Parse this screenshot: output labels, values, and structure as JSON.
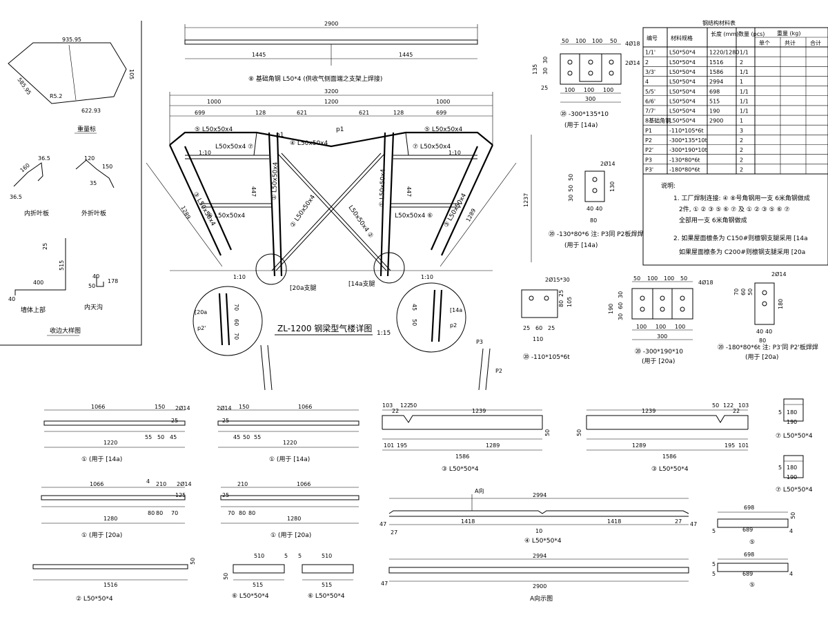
{
  "top_beam": {
    "total": "2900",
    "left": "1445",
    "right": "1445",
    "caption": "⑧ 基础角钢  L50*4 (供收气侧面端之支架上焊接)"
  },
  "main": {
    "overall": "3200",
    "seg_left": "1000",
    "seg_mid": "1200",
    "seg_right": "1000",
    "sub_699a": "699",
    "sub_128a": "128",
    "sub_621a": "621",
    "sub_621b": "621",
    "sub_128b": "128",
    "sub_699b": "699",
    "height": "1237",
    "diag_left": "1289",
    "diag_right": "1289",
    "slope_l": "1:10",
    "slope_r": "1:10",
    "slope_bl": "1:10",
    "slope_br": "1:10",
    "h447a": "447",
    "h447b": "447",
    "m5": "⑤ L50x50x4",
    "m7": "L50x50x4 ⑦",
    "m4": "④ L50x50x4",
    "m5r": "⑤ L50x50x4",
    "m7r": "⑦ L50x50x4",
    "m3": "③ L50x50x4",
    "m6": "⑥ L50x50x4",
    "m1": "① L50x50x4",
    "m2": "② L50x50x4",
    "m1r": "① L50x50x4",
    "m2r": "L50x50x4 ②",
    "m3r": "③ L50x50x4",
    "m6r": "L50x50x4 ⑥",
    "p1a": "p1",
    "p1b": "p1",
    "base_l": "[20a支腿",
    "base_r": "[14a支腿",
    "title": "ZL-1200 钢梁型气楼详图",
    "scale": "1:15"
  },
  "details": {
    "d20a": "[20a",
    "p2p": "p2'",
    "d14a": "[14a",
    "p2": "p2",
    "p3": "P3",
    "p2b": "P2",
    "v70a": "70",
    "v60a": "60",
    "v70b": "70",
    "v45": "45",
    "v50": "50"
  },
  "left_panel": {
    "top_dims": [
      "935.95",
      "585.95",
      "105",
      "622.93",
      "R5.2"
    ],
    "top_caption": "重量标",
    "inner": "内折叶板",
    "outer": "外折叶板",
    "inner_dims": [
      "160",
      "36.5",
      "36.5"
    ],
    "outer_dims": [
      "120",
      "150",
      "35"
    ],
    "wall": "墙体上部",
    "inner_gutter": "内天沟",
    "wall_dims": [
      "25",
      "515",
      "400",
      "40"
    ],
    "gutter_dims": [
      "40",
      "178",
      "50"
    ],
    "caption": "收边大样图"
  },
  "plate_p1": {
    "dims_top": [
      "50",
      "100",
      "100",
      "50"
    ],
    "holes": "4Ø18",
    "holes2": "2Ø14",
    "sizes": [
      "135",
      "30",
      "30",
      "25"
    ],
    "dims_bot": [
      "100",
      "100",
      "100"
    ],
    "total": "300",
    "caption": "⑳ -300*135*10",
    "note": "(用于  [14a)"
  },
  "plate_p3": {
    "holes": "2Ø14",
    "dims": [
      "50",
      "50",
      "30",
      "130"
    ],
    "bot": [
      "40",
      "40"
    ],
    "total": "80",
    "caption": "⑳ -130*80*6 注: P3同 P2板焊焊",
    "note": "(用于  [14a)"
  },
  "plate_110": {
    "holes": "2Ø15*30",
    "dims": [
      "80",
      "25",
      "105"
    ],
    "bot": [
      "25",
      "60",
      "25"
    ],
    "total": "110",
    "caption": "⑳ -110*105*6t"
  },
  "plate_300": {
    "dims_top": [
      "50",
      "100",
      "100",
      "50"
    ],
    "holes": "4Ø18",
    "sizes": [
      "190",
      "30",
      "60",
      "30"
    ],
    "bot": [
      "100",
      "100",
      "100"
    ],
    "total": "300",
    "caption": "⑳ -300*190*10",
    "note": "(用于  [20a)"
  },
  "plate_180": {
    "holes": "2Ø14",
    "dims": [
      "70",
      "60",
      "50",
      "180"
    ],
    "bot": [
      "40",
      "40"
    ],
    "total": "80",
    "caption": "⑳ -180*80*6t 注: P3'同 P2'板焊焊",
    "note": "(用于  [20a)"
  },
  "table": {
    "title": "钢结构材料表",
    "headers": [
      "编号",
      "材料规格",
      "长度 (mm)",
      "数量 (pcs)",
      "重量 (kg)",
      "单个",
      "共计",
      "合计"
    ],
    "rows": [
      [
        "1/1'",
        "L50*50*4",
        "1220/1280",
        "1/1"
      ],
      [
        "2",
        "L50*50*4",
        "1516",
        "2"
      ],
      [
        "3/3'",
        "L50*50*4",
        "1586",
        "1/1"
      ],
      [
        "4",
        "L50*50*4",
        "2994",
        "1"
      ],
      [
        "5/5'",
        "L50*50*4",
        "698",
        "1/1"
      ],
      [
        "6/6'",
        "L50*50*4",
        "515",
        "1/1"
      ],
      [
        "7/7'",
        "L50*50*4",
        "190",
        "1/1"
      ],
      [
        "8基础角钢",
        "L50*50*4",
        "2900",
        "1"
      ],
      [
        "P1",
        "-110*105*6t",
        "",
        "3"
      ],
      [
        "P2",
        "-300*135*10t",
        "",
        "2"
      ],
      [
        "P2'",
        "-300*190*10t",
        "",
        "2"
      ],
      [
        "P3",
        "-130*80*6t",
        "",
        "2"
      ],
      [
        "P3'",
        "-180*80*6t",
        "",
        "2"
      ]
    ]
  },
  "notes": {
    "title": "说明:",
    "n1a": "1. 工厂焊制连接: ④ ⑧号角钢用一支  6米角钢做成",
    "n1b": "2件, ① ② ③ ⑤ ⑥ ⑦ 及 ① ② ③ ⑤ ⑥ ⑦",
    "n1c": "全部用一支  6米角钢做成",
    "n2a": "2. 如果屋面檩条为  C150#则檩钢支腿采用  [14a",
    "n2b": "如果屋面檩条为  C200#则檩钢支腿采用  [20a"
  },
  "parts": {
    "p1a": {
      "len": "1066",
      "d150": "150",
      "h": "2Ø14",
      "d25": "25",
      "total": "1220",
      "b": [
        "55",
        "50",
        "45"
      ],
      "cap": "① (用于  [14a)"
    },
    "p1b": {
      "len": "1066",
      "d150": "150",
      "h": "2Ø14",
      "d25": "25",
      "total": "1220",
      "b": [
        "45",
        "50",
        "55"
      ],
      "cap": "① (用于  [14a)"
    },
    "p3a": {
      "t": [
        "103",
        "22",
        "122",
        "50"
      ],
      "len": "1239",
      "h": "50",
      "total": "1289",
      "b": [
        "101",
        "195"
      ],
      "all": "1586",
      "cap": "③ L50*50*4"
    },
    "p3b": {
      "t": [
        "50",
        "122",
        "22",
        "103"
      ],
      "len": "1239",
      "h": "50",
      "total": "1289",
      "b": [
        "195",
        "101"
      ],
      "all": "1586",
      "cap": "③ L50*50*4"
    },
    "p7a": {
      "dims": [
        "5",
        "180",
        "190"
      ],
      "cap": "⑦ L50*50*4"
    },
    "p7b": {
      "dims": [
        "5",
        "180",
        "190"
      ],
      "cap": "⑦ L50*50*4"
    },
    "p1c": {
      "len": "1066",
      "d4": "4",
      "d210": "210",
      "h": "2Ø14",
      "d25": "125",
      "total": "1280",
      "b": [
        "80",
        "80",
        "70"
      ],
      "cap": "① (用于  [20a)"
    },
    "p1d": {
      "len": "1066",
      "d210": "210",
      "h": "25",
      "total": "1280",
      "b": [
        "70",
        "80",
        "80"
      ],
      "cap": "① (用于  [20a)"
    },
    "p4": {
      "label": "A向",
      "len": "2994",
      "d47a": "47",
      "d27a": "27",
      "mid": [
        "1418",
        "1418"
      ],
      "d10": "10",
      "d27b": "27",
      "d47b": "47",
      "cap": "④ L50*50*4"
    },
    "p5a": {
      "top": "698",
      "mid": "689",
      "d4": "4",
      "d5": "5",
      "d50": "50",
      "cap": "⑤"
    },
    "p2": {
      "h": "50",
      "total": "1516",
      "cap": "② L50*50*4"
    },
    "p6a": {
      "top": "510",
      "d5": "5",
      "h": "50",
      "bot": "515",
      "cap": "⑥ L50*50*4"
    },
    "p6b": {
      "top": "510",
      "d5": "5",
      "bot": "515",
      "cap": "⑥ L50*50*4"
    },
    "p8": {
      "top": "2994",
      "bot": "2900",
      "d47": "47",
      "cap": "A向示图"
    },
    "p5b": {
      "top": "698",
      "mid": "689",
      "d4": "4",
      "d5": "5",
      "cap": "⑤"
    }
  }
}
